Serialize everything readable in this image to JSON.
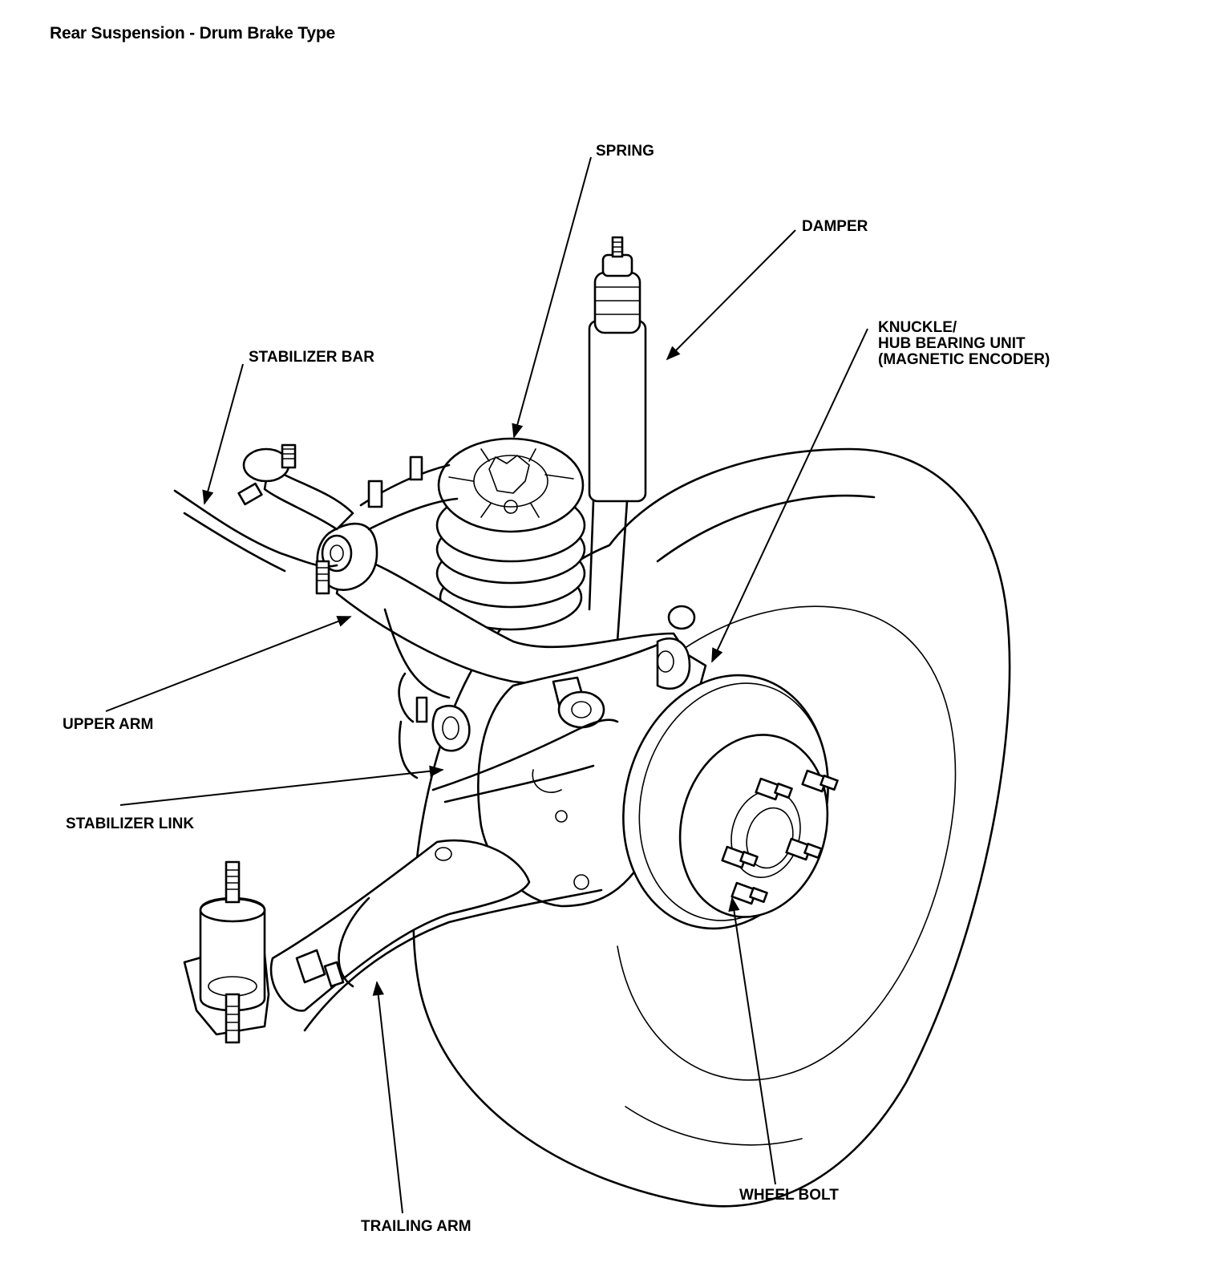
{
  "title": "Rear Suspension - Drum Brake Type",
  "labels": {
    "spring": "SPRING",
    "damper": "DAMPER",
    "knuckle_line1": "KNUCKLE/",
    "knuckle_line2": "HUB BEARING UNIT",
    "knuckle_line3": "(MAGNETIC ENCODER)",
    "stabilizer_bar": "STABILIZER BAR",
    "upper_arm": "UPPER ARM",
    "stabilizer_link": "STABILIZER LINK",
    "wheel_bolt": "WHEEL BOLT",
    "trailing_arm": "TRAILING ARM"
  }
}
